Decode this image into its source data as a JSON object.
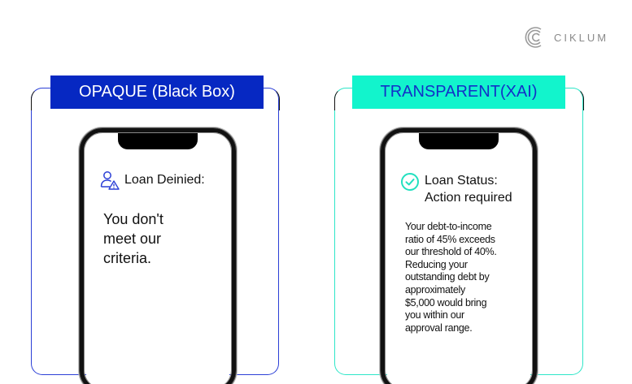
{
  "brand": {
    "logo_text": "CIKLUM",
    "logo_icon": "ciklum-concentric-c-icon",
    "logo_color": "#8a8a8a"
  },
  "panels": [
    {
      "label": "OPAQUE (Black Box)",
      "label_bg": "#0628c2",
      "label_color": "#ffffff",
      "border_color": "#2b3fd6",
      "phone": {
        "icon": "user-warning-icon",
        "title": "Loan Deinied:",
        "body": "You don't meet our criteria.",
        "body_lines": [
          "You don't",
          "meet our",
          "criteria."
        ]
      }
    },
    {
      "label": "TRANSPARENT(XAI)",
      "label_bg": "#12f4cc",
      "label_color": "#1230c8",
      "border_color": "#2ee6c8",
      "phone": {
        "icon": "check-circle-icon",
        "title_lines": [
          "Loan Status:",
          "Action required"
        ],
        "body_lines": [
          "Your debt-to-income",
          "ratio of 45% exceeds",
          "our threshold of 40%.",
          "Reducing your",
          "outstanding debt by",
          "approximately",
          "$5,000 would bring",
          "you within our",
          "approval range."
        ]
      }
    }
  ]
}
